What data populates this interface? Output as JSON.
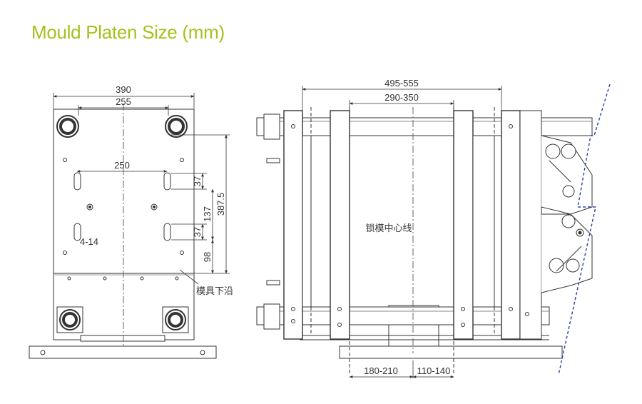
{
  "title": "Mould Platen Size (mm)",
  "left_view": {
    "dim_overall_width": "390",
    "dim_tiebar_width": "255",
    "dim_slot_spacing": "250",
    "dim_slot_top": "37",
    "dim_slot_mid": "137",
    "dim_slot_bottom": "37",
    "dim_overall_height": "387.5",
    "dim_bottom_offset": "98",
    "label_holes": "4-14",
    "label_mould_lower_edge": "模具下沿"
  },
  "right_view": {
    "dim_stroke_outer": "495-555",
    "dim_stroke_inner": "290-350",
    "label_clamp_centerline": "锁模中心线",
    "dim_bottom_left": "180-210",
    "dim_bottom_right": "110-140"
  },
  "colors": {
    "title": "#a4c21c",
    "line": "#333333",
    "dashed_boundary": "#2a3ea8"
  }
}
